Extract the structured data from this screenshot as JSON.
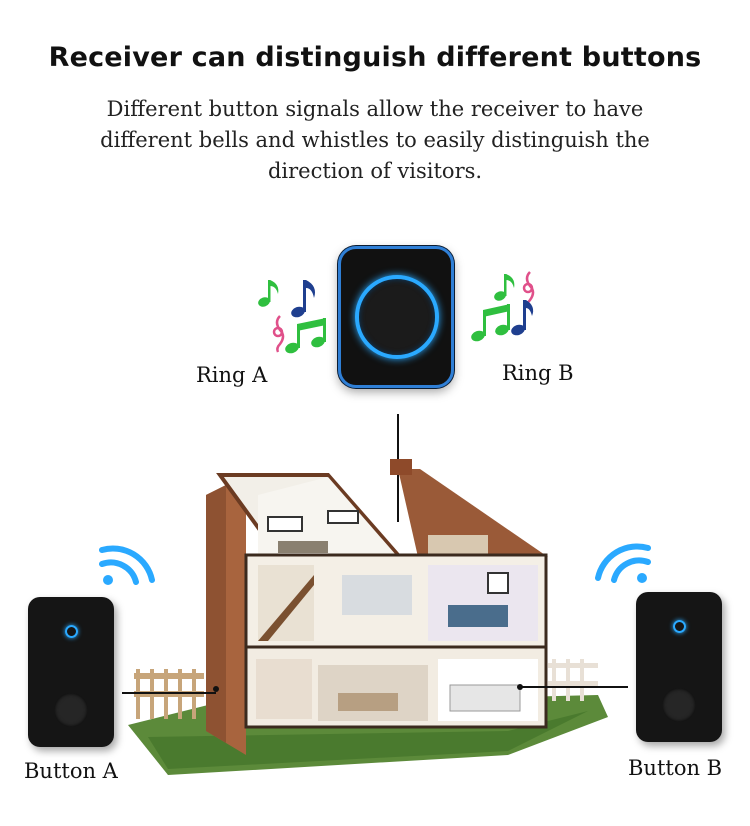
{
  "title": "Receiver can distinguish different buttons",
  "subtitle": "Different button signals allow the receiver to have different bells and whistles to easily distinguish the direction of visitors.",
  "labels": {
    "ring_a": "Ring  A",
    "ring_b": "Ring  B",
    "button_a": "Button  A",
    "button_b": "Button  B"
  },
  "icons": {
    "receiver": "doorbell-receiver-icon",
    "button": "doorbell-button-icon",
    "notes": "music-notes-icon",
    "signal": "wifi-signal-icon",
    "house": "house-cutaway-icon"
  },
  "colors": {
    "accent_blue": "#2aa9ff",
    "note_green": "#2fbf3f",
    "note_pink": "#e0508a",
    "note_navy": "#1f3f8f"
  }
}
